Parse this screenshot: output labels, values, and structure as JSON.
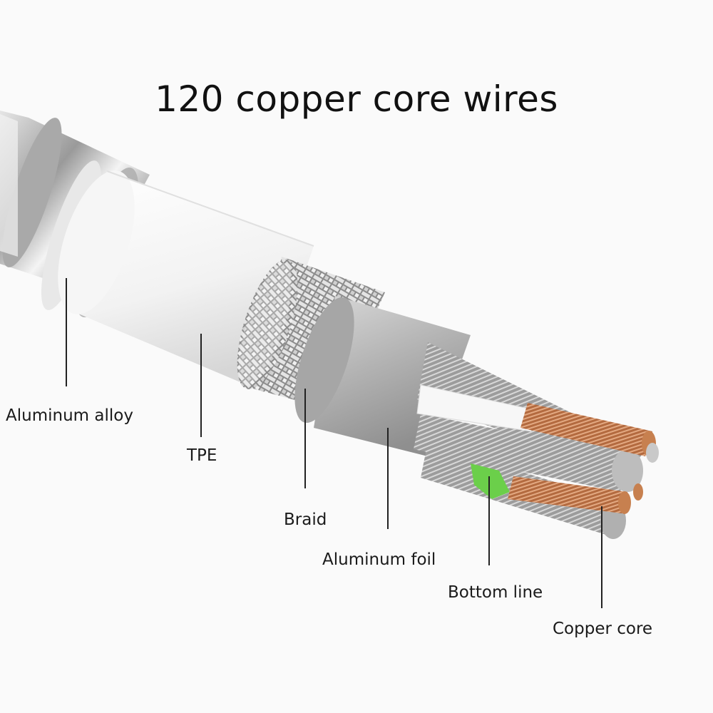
{
  "title": "120 copper core wires",
  "labels": {
    "aluminum_alloy": "Aluminum alloy",
    "tpe": "TPE",
    "braid": "Braid",
    "aluminum_foil": "Aluminum foil",
    "bottom_line": "Bottom line",
    "copper_core": "Copper core"
  },
  "colors": {
    "background": "#fafafa",
    "tpe_jacket": "#f4f4f4",
    "aluminum": "#bfbfbf",
    "copper": "#c9825a",
    "green_strand": "#6bcf4a"
  }
}
